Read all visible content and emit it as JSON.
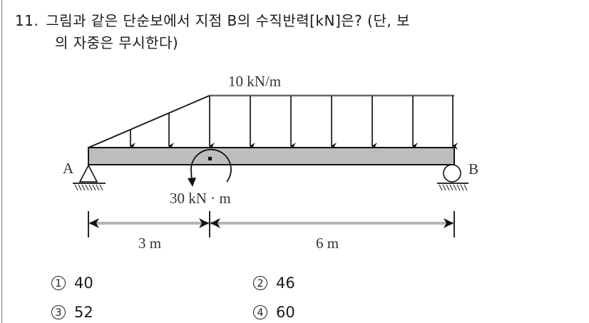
{
  "question": {
    "number": "11.",
    "line1": "그림과 같은 단순보에서 지점 B의 수직반력[kN]은? (단, 보",
    "line2": "의 자중은 무시한다)"
  },
  "figure": {
    "load_label": "10 kN/m",
    "moment_label": "30 kN · m",
    "support_a": "A",
    "support_b": "B",
    "dim_left": "3 m",
    "dim_right": "6 m",
    "colors": {
      "beam_fill": "#bdbdbd",
      "line": "#111111",
      "dim_line": "#b5b5b5",
      "load_top": "#6a6a6a"
    }
  },
  "choices": [
    {
      "mark": "1",
      "value": "40"
    },
    {
      "mark": "2",
      "value": "46"
    },
    {
      "mark": "3",
      "value": "52"
    },
    {
      "mark": "4",
      "value": "60"
    }
  ]
}
